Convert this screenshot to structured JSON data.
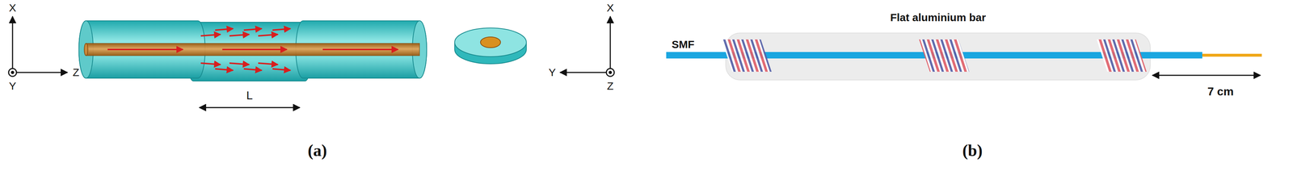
{
  "diagram": {
    "nodes": [
      {
        "text": [
          "Flat aluminium bar"
        ]
      }
    ],
    "labels": [
      "X",
      "Z",
      "Y",
      "L",
      "X",
      "Y",
      "Z",
      "(a)",
      "SMF",
      "7 cm",
      "(b)"
    ]
  }
}
